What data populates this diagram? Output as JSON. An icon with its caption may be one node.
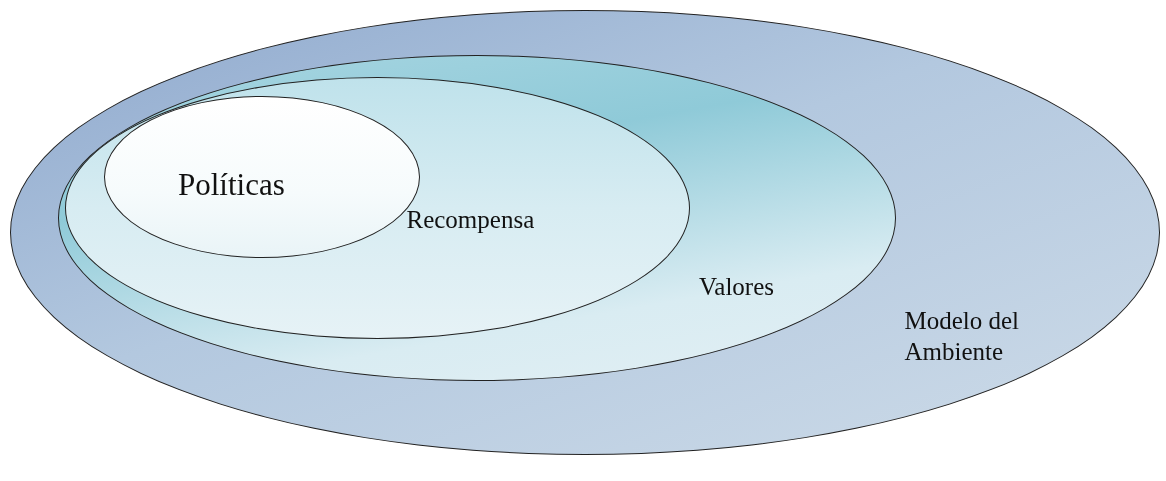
{
  "diagram": {
    "nodes": [
      {
        "text": [
          "Modelo del Ambiente"
        ]
      },
      {
        "text": [
          "Valores"
        ],
        "in": 0
      },
      {
        "text": [
          "Recompensa"
        ],
        "in": 1
      },
      {
        "text": [
          "Políticas"
        ],
        "in": 2
      }
    ]
  }
}
